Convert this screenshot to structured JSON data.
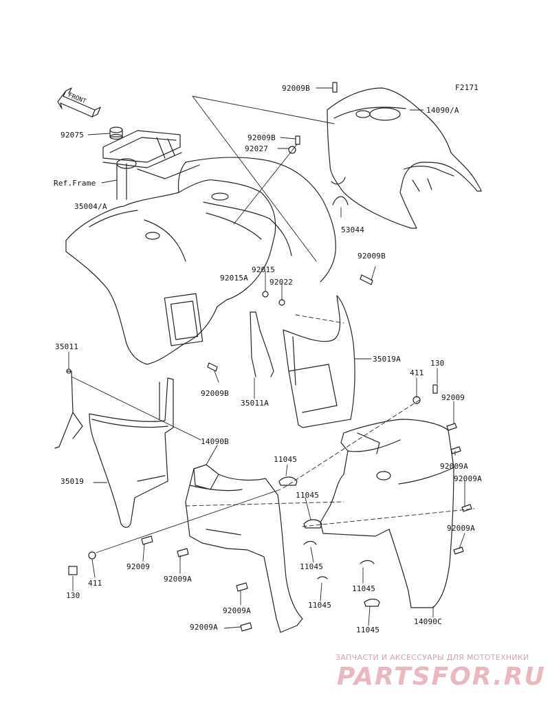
{
  "figure_code": "F2171",
  "front_badge": "FRONT",
  "labels": {
    "l_92009B_top": "92009B",
    "l_14090A": "14090/A",
    "l_92075": "92075",
    "l_92009B_2": "92009B",
    "l_92027": "92027",
    "l_ref_frame": "Ref.Frame",
    "l_35004A": "35004/A",
    "l_53044": "53044",
    "l_92009B_3": "92009B",
    "l_92015": "92015",
    "l_92015A": "92015A",
    "l_92022": "92022",
    "l_35011": "35011",
    "l_35019A": "35019A",
    "l_130_r": "130",
    "l_411_r": "411",
    "l_92009_r": "92009",
    "l_92009B_4": "92009B",
    "l_35011A": "35011A",
    "l_14090B": "14090B",
    "l_11045_1": "11045",
    "l_92009A_r1": "92009A",
    "l_92009A_r2": "92009A",
    "l_11045_2": "11045",
    "l_35019": "35019",
    "l_92009A_r3": "92009A",
    "l_92009_l": "92009",
    "l_11045_3": "11045",
    "l_411_l": "411",
    "l_92009A_l": "92009A",
    "l_11045_4": "11045",
    "l_130_l": "130",
    "l_92009A_b1": "92009A",
    "l_11045_5": "11045",
    "l_14090C": "14090C",
    "l_92009A_b2": "92009A",
    "l_11045_6": "11045"
  },
  "watermark": {
    "tagline": "ЗАПЧАСТИ И АКСЕССУАРЫ ДЛЯ МОТОТЕХНИКИ",
    "brand": "PARTSFOR.RU"
  },
  "colors": {
    "line": "#222222",
    "watermark": "#e8b8bf"
  }
}
